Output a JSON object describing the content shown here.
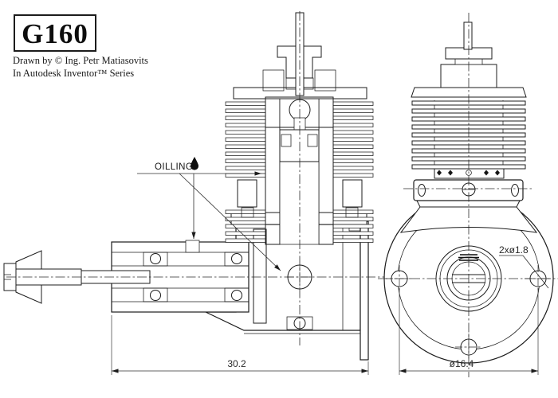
{
  "title_block": {
    "model": "G160",
    "credit_line1": "Drawn by © Ing. Petr Matiasovits",
    "credit_line2": "In Autodesk Inventor™ Series"
  },
  "side_view": {
    "oiling_label": "OILLING",
    "length_dim": "30.2"
  },
  "front_view": {
    "bolt_circle_dim": "ø16.4",
    "hole_dim": "2xø1.8"
  },
  "icons": {
    "oil_drop_icon": "oil-drop"
  },
  "colors": {
    "line": "#1c1c1c",
    "background": "#ffffff"
  }
}
